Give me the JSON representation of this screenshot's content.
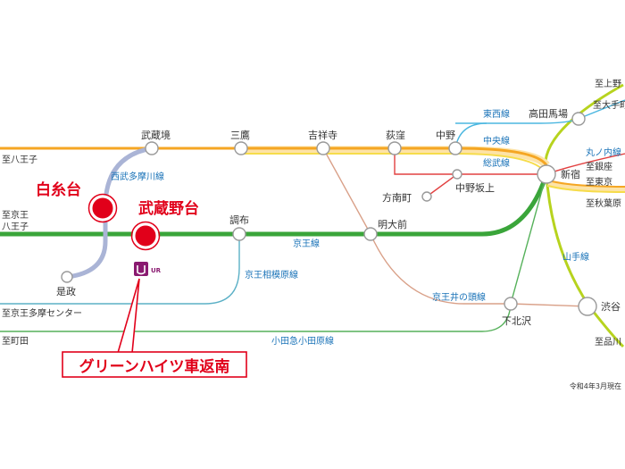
{
  "colors": {
    "chuo": "#f5a623",
    "chuo_light": "#fde3a7",
    "sobu": "#f6dc4a",
    "keio": "#3aa53a",
    "seibu": "#aab4d6",
    "yamanote": "#b7d31e",
    "odakyu": "#55b15a",
    "line_label": "#1a73b8",
    "inokashira": "#d9a088",
    "sagamihara": "#5bb0c6",
    "tozai": "#4bb7e0",
    "marunouchi": "#e24040",
    "highlight": "#e1001a",
    "ur_logo": "#8a1a70"
  },
  "highlight": {
    "shiraitodai": "白糸台",
    "musashinodai": "武蔵野台",
    "callout": "グリーンハイツ車返南"
  },
  "lines": {
    "chuo": "中央線",
    "sobu": "総武線",
    "tozai": "東西線",
    "keio": "京王線",
    "seibu_tamagawa": "西武多摩川線",
    "keio_sagamihara": "京王相模原線",
    "inokashira": "京王井の頭線",
    "odakyu": "小田急小田原線",
    "yamanote": "山手線",
    "marunouchi": "丸ノ内線"
  },
  "stations": {
    "musashisakai": "武蔵境",
    "mitaka": "三鷹",
    "kichijoji": "吉祥寺",
    "ogikubo": "荻窪",
    "nakano": "中野",
    "takadanobaba": "高田馬場",
    "shinjuku": "新宿",
    "honancho": "方南町",
    "nakanosakaue": "中野坂上",
    "chofu": "調布",
    "meidaimae": "明大前",
    "koremasa": "是政",
    "shimokitazawa": "下北沢",
    "shibuya": "渋谷"
  },
  "destinations": {
    "hachioji": "至八王子",
    "keio_hachioji_1": "至京王",
    "keio_hachioji_2": "八王子",
    "keio_tama_center": "至京王多摩センター",
    "machida": "至町田",
    "ueno": "至上野",
    "otemachi": "至大手町",
    "ginza": "至銀座",
    "tokyo": "至東京",
    "akihabara": "至秋葉原",
    "shinagawa": "至品川"
  },
  "logo_text": "UR",
  "footnote": "令和4年3月現在"
}
